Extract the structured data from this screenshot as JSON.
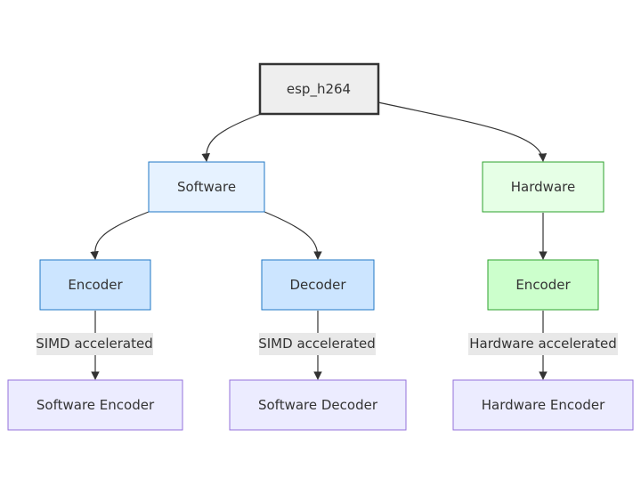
{
  "diagram": {
    "nodes": {
      "root": {
        "label": "esp_h264",
        "fill": "#eeeeee",
        "stroke": "#333333"
      },
      "software": {
        "label": "Software",
        "fill": "#e6f2ff",
        "stroke": "#1f77c4"
      },
      "hardware": {
        "label": "Hardware",
        "fill": "#e6ffe6",
        "stroke": "#2ca02c"
      },
      "sw_encoder": {
        "label": "Encoder",
        "fill": "#cce5ff",
        "stroke": "#1f77c4"
      },
      "sw_decoder": {
        "label": "Decoder",
        "fill": "#cce5ff",
        "stroke": "#1f77c4"
      },
      "hw_encoder": {
        "label": "Encoder",
        "fill": "#ccffcc",
        "stroke": "#2ca02c"
      },
      "software_encoder": {
        "label": "Software Encoder",
        "fill": "#ececff",
        "stroke": "#9370db"
      },
      "software_decoder": {
        "label": "Software Decoder",
        "fill": "#ececff",
        "stroke": "#9370db"
      },
      "hardware_encoder": {
        "label": "Hardware Encoder",
        "fill": "#ececff",
        "stroke": "#9370db"
      }
    },
    "edges": {
      "sw_encoder_to_output": {
        "label": "SIMD accelerated"
      },
      "sw_decoder_to_output": {
        "label": "SIMD accelerated"
      },
      "hw_encoder_to_output": {
        "label": "Hardware accelerated"
      }
    },
    "colors": {
      "edge_stroke": "#333333",
      "edge_label_bg": "#e8e8e8"
    }
  }
}
